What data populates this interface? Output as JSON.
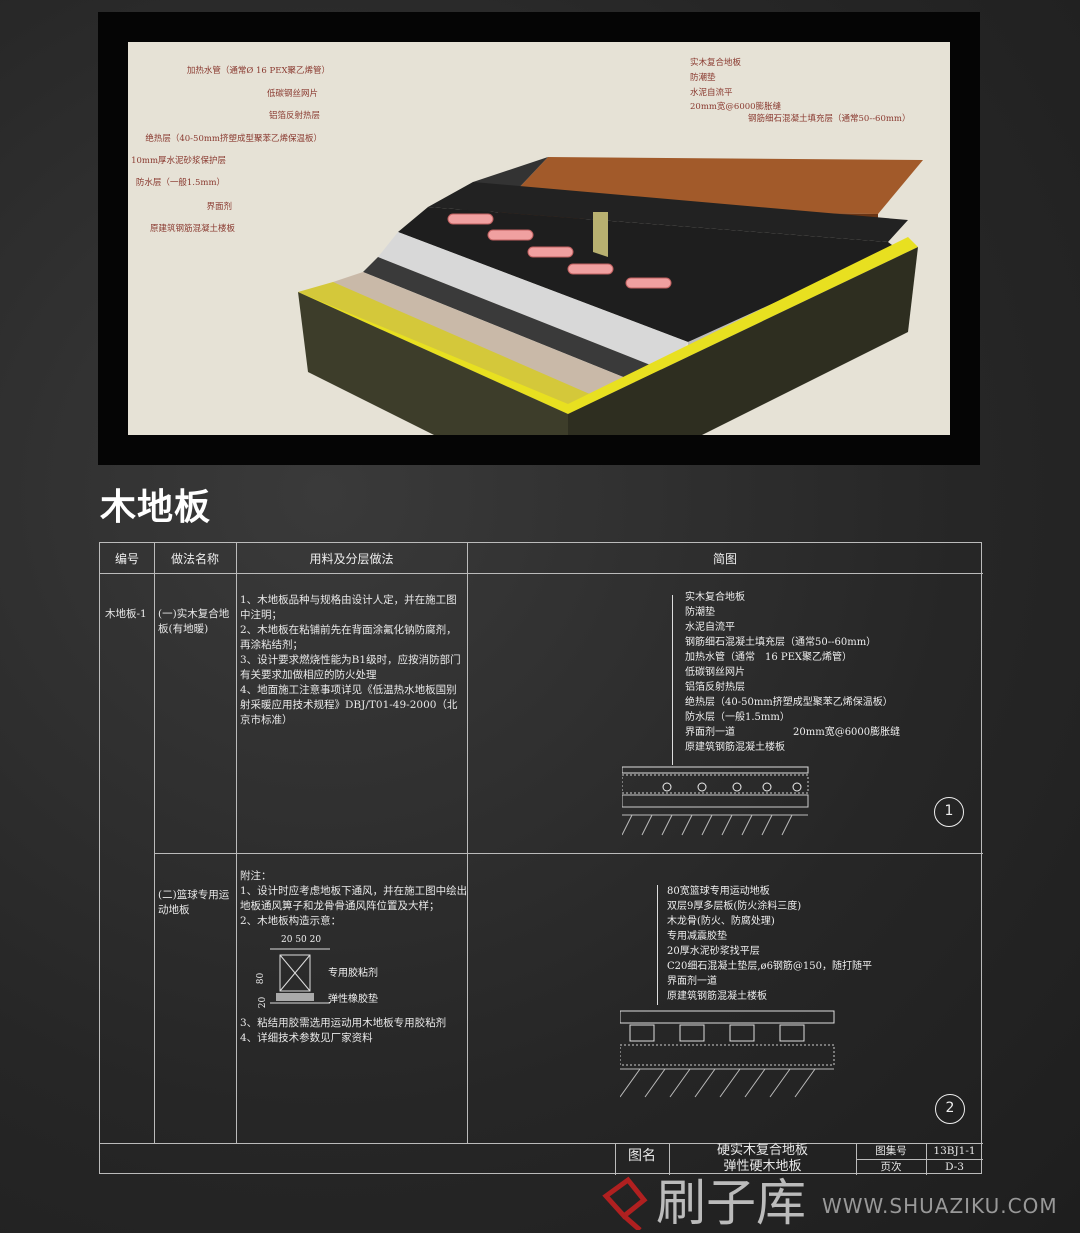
{
  "title": "木地板",
  "render": {
    "left_labels": [
      "加热水管（通常Ø 16 PEX聚乙烯管）",
      "低碳钢丝网片",
      "铝箔反射热层",
      "绝热层（40-50mm挤塑成型聚苯乙烯保温板）",
      "10mm厚水泥砂浆保护层",
      "防水层（一般1.5mm）",
      "界面剂",
      "原建筑钢筋混凝土楼板"
    ],
    "right_labels": [
      "实木复合地板",
      "防潮垫",
      "水泥自流平",
      "20mm宽@6000膨胀缝",
      "钢筋细石混凝土填充层（通常50--60mm）"
    ]
  },
  "table": {
    "headers": [
      "编号",
      "做法名称",
      "用料及分层做法",
      "简图"
    ],
    "code": "木地板-1",
    "rows": [
      {
        "name": "(一)实木复合地板(有地暖)",
        "notes": [
          "1、木地板品种与规格由设计人定，并在施工图中注明；",
          "2、木地板在粘铺前先在背面涂氟化钠防腐剂，再涂粘结剂；",
          "3、设计要求燃烧性能为B1级时，应按消防部门有关要求加做相应的防火处理",
          "4、地面施工注意事项详见《低温热水地板国别射采暖应用技术规程》DBJ/T01-49-2000（北京市标准）"
        ],
        "legend": [
          "实木复合地板",
          "防潮垫",
          "水泥自流平",
          "钢筋细石混凝土填充层（通常50--60mm）",
          "加热水管（通常　16 PEX聚乙烯管）",
          "低碳钢丝网片",
          "铝箔反射热层",
          "绝热层（40-50mm挤塑成型聚苯乙烯保温板）",
          "防水层（一般1.5mm）",
          "界面剂一道",
          "原建筑钢筋混凝土楼板"
        ],
        "side_note": "20mm宽@6000膨胀缝",
        "figure_no": "1"
      },
      {
        "name": "(二)篮球专用运动地板",
        "notes_title": "附注：",
        "notes": [
          "1、设计时应考虑地板下通风，并在施工图中绘出地板通风箅子和龙骨骨通风阵位置及大样；",
          "2、木地板构造示意："
        ],
        "notes2": [
          "3、粘结用胶需选用运动用木地板专用胶粘剂",
          "4、详细技术参数见厂家资料"
        ],
        "detail": {
          "dims_top": "20 50 20",
          "dim_80": "80",
          "dim_20": "20",
          "glue": "专用胶粘剂",
          "pad": "弹性橡胶垫"
        },
        "legend": [
          "80宽篮球专用运动地板",
          "双层9厚多层板(防火涂料三度)",
          "木龙骨(防火、防腐处理)",
          "专用减震胶垫",
          "20厚水泥砂浆找平层",
          "C20细石混凝土垫层,ø6钢筋@150，随打随平",
          "界面剂一道",
          "原建筑钢筋混凝土楼板"
        ],
        "figure_no": "2"
      }
    ],
    "footer": {
      "label": "图名",
      "names": [
        "硬实木复合地板",
        "弹性硬木地板"
      ],
      "atlas_label": "图集号",
      "atlas_value": "13BJ1-1",
      "page_label": "页次",
      "page_value": "D-3"
    }
  },
  "watermark": {
    "text": "刷子库",
    "url": "WWW.SHUAZIKU.COM",
    "color": "#b02020"
  }
}
